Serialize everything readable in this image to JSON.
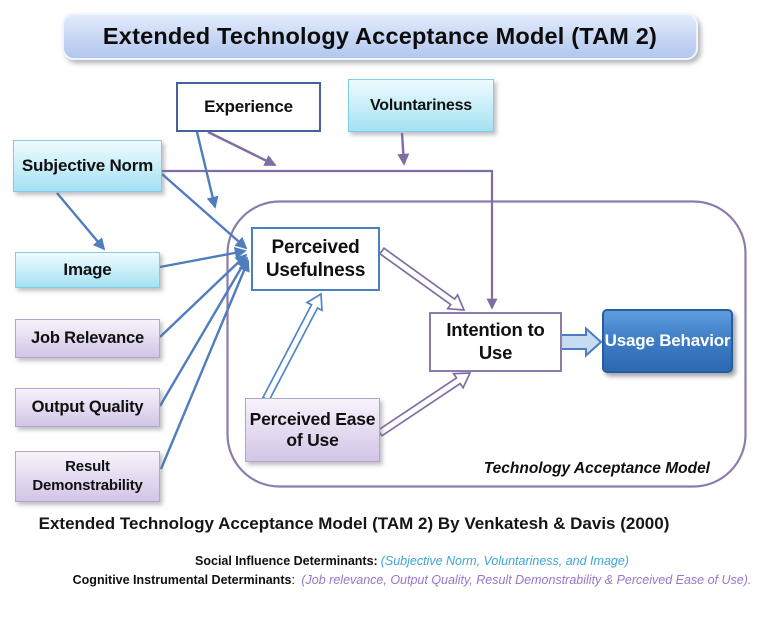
{
  "title": "Extended Technology Acceptance Model (TAM 2)",
  "caption": "Extended Technology Acceptance Model (TAM 2) By Venkatesh & Davis (2000)",
  "tam_container_label": "Technology Acceptance Model",
  "nodes": {
    "experience": {
      "label": "Experience"
    },
    "voluntariness": {
      "label": "Voluntariness"
    },
    "subjective_norm": {
      "label": "Subjective Norm"
    },
    "image": {
      "label": "Image"
    },
    "job_relevance": {
      "label": "Job Relevance"
    },
    "output_quality": {
      "label": "Output Quality"
    },
    "result_demonstrability": {
      "label": "Result Demonstrability"
    },
    "perceived_usefulness": {
      "label": "Perceived Usefulness"
    },
    "perceived_ease_of_use": {
      "label": "Perceived Ease of Use"
    },
    "intention_to_use": {
      "label": "Intention to Use"
    },
    "usage_behavior": {
      "label": "Usage Behavior"
    }
  },
  "edges": [
    {
      "from": "subjective_norm",
      "to": "image",
      "style": "solid",
      "color": "blue"
    },
    {
      "from": "subjective_norm",
      "to": "perceived_usefulness",
      "style": "solid",
      "color": "blue"
    },
    {
      "from": "image",
      "to": "perceived_usefulness",
      "style": "solid",
      "color": "blue"
    },
    {
      "from": "job_relevance",
      "to": "perceived_usefulness",
      "style": "solid",
      "color": "blue"
    },
    {
      "from": "output_quality",
      "to": "perceived_usefulness",
      "style": "solid",
      "color": "blue"
    },
    {
      "from": "result_demonstrability",
      "to": "perceived_usefulness",
      "style": "solid",
      "color": "blue"
    },
    {
      "from": "experience",
      "to": "subjective_norm-perceived_usefulness-link",
      "style": "solid",
      "color": "blue"
    },
    {
      "from": "experience",
      "to": "subjective_norm-intention_to_use-link",
      "style": "solid",
      "color": "purple"
    },
    {
      "from": "voluntariness",
      "to": "subjective_norm-intention_to_use-link",
      "style": "solid",
      "color": "purple"
    },
    {
      "from": "subjective_norm",
      "to": "intention_to_use",
      "style": "solid-elbow",
      "color": "purple"
    },
    {
      "from": "perceived_ease_of_use",
      "to": "perceived_usefulness",
      "style": "hollow",
      "color": "hollow_blue"
    },
    {
      "from": "perceived_usefulness",
      "to": "intention_to_use",
      "style": "hollow",
      "color": "purple"
    },
    {
      "from": "perceived_ease_of_use",
      "to": "intention_to_use",
      "style": "hollow",
      "color": "purple"
    },
    {
      "from": "intention_to_use",
      "to": "usage_behavior",
      "style": "block",
      "color": "block"
    }
  ],
  "footnotes": [
    {
      "label": "Social Influence Determinants:",
      "sep": "",
      "detail": "(Subjective Norm, Voluntariness, and Image)",
      "detail_color_role": "social_detail_text"
    },
    {
      "label": "Cognitive Instrumental Determinants",
      "sep": ": ",
      "detail": "(Job relevance, Output Quality, Result Demonstrability & Perceived Ease of Use).",
      "detail_color_role": "cognitive_detail_text"
    }
  ],
  "colors": {
    "blue_arrow": "#4f7dbd",
    "purple_arrow": "#7f6ea4",
    "hollow_blue_arrow": "#4f86c6",
    "block_arrow_fill": "#c7dcf3",
    "block_arrow_stroke": "#4a7dc4",
    "tam_border": "#8b7cad",
    "cyan_box": "#bfeaf7",
    "lavender_box": "#dcd1ec",
    "title_box": "#c5d5f3",
    "usage_box_top": "#5e9cdf",
    "usage_box_bottom": "#2d68b2",
    "social_detail_text": "#3ba6d3",
    "cognitive_detail_text": "#9c74ca"
  }
}
